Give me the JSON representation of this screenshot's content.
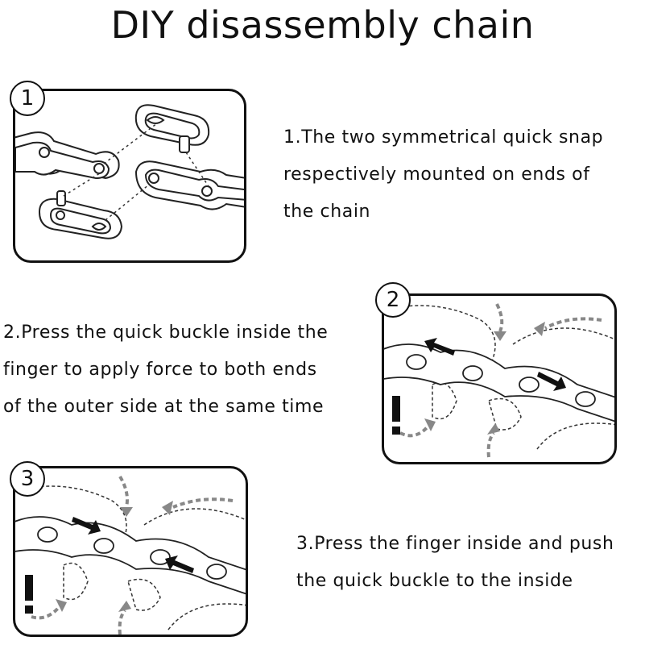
{
  "title": "DIY disassembly chain",
  "steps": [
    {
      "number": "1",
      "caption_lines": [
        "1.The two symmetrical quick snap",
        "respectively mounted on ends of",
        "the chain"
      ]
    },
    {
      "number": "2",
      "caption_lines": [
        "2.Press the quick buckle inside the",
        "finger to apply force to both ends",
        "of the outer side at the same time"
      ]
    },
    {
      "number": "3",
      "caption_lines": [
        "3.Press the finger inside and push",
        "the quick buckle to the inside"
      ]
    }
  ],
  "icons": {
    "warning": "exclamation-icon",
    "press": "arrow-icon",
    "motion": "dashed-arrow-icon"
  }
}
